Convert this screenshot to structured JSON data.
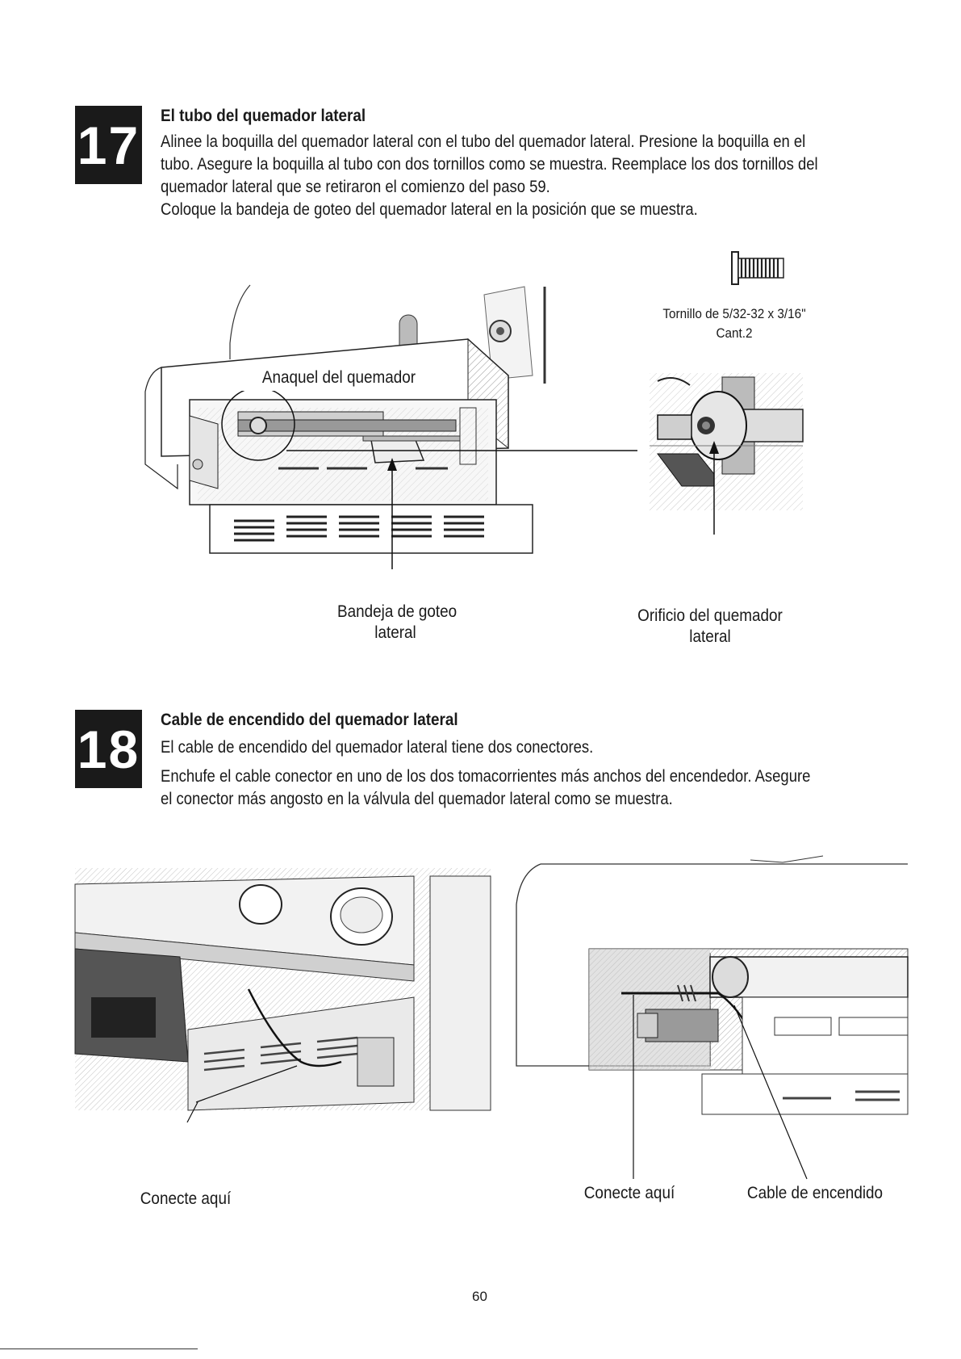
{
  "step17": {
    "number": "17",
    "title": "El tubo del quemador lateral",
    "paragraphs": [
      "Alinee la boquilla del quemador lateral con el tubo del quemador lateral. Presione la boquilla en el tubo. Asegure la boquilla al tubo con dos tornillos como se muestra. Reemplace los dos tornillos del quemador lateral que se retiraron el comienzo del paso 59.",
      "Coloque la bandeja de goteo del quemador lateral en la posición que se muestra."
    ],
    "labels": {
      "shelf": "Anaquel del quemador",
      "screw_line1": "Tornillo de 5/32-32 x 3/16\"",
      "screw_line2": "Cant.2",
      "drip_tray_line1": "Bandeja de goteo",
      "drip_tray_line2": "lateral",
      "orifice_line1": "Orificio del quemador",
      "orifice_line2": "lateral"
    }
  },
  "step18": {
    "number": "18",
    "title": "Cable de encendido del quemador lateral",
    "paragraphs": [
      "El cable de encendido del quemador lateral tiene dos conectores.",
      "Enchufe el cable conector en uno de los dos tomacorrientes más anchos del encendedor. Asegure el conector más angosto en la válvula del quemador lateral como se muestra."
    ],
    "labels": {
      "connect_left": "Conecte aquí",
      "connect_right": "Conecte aquí",
      "ignition_cable": "Cable de encendido"
    }
  },
  "page_number": "60"
}
